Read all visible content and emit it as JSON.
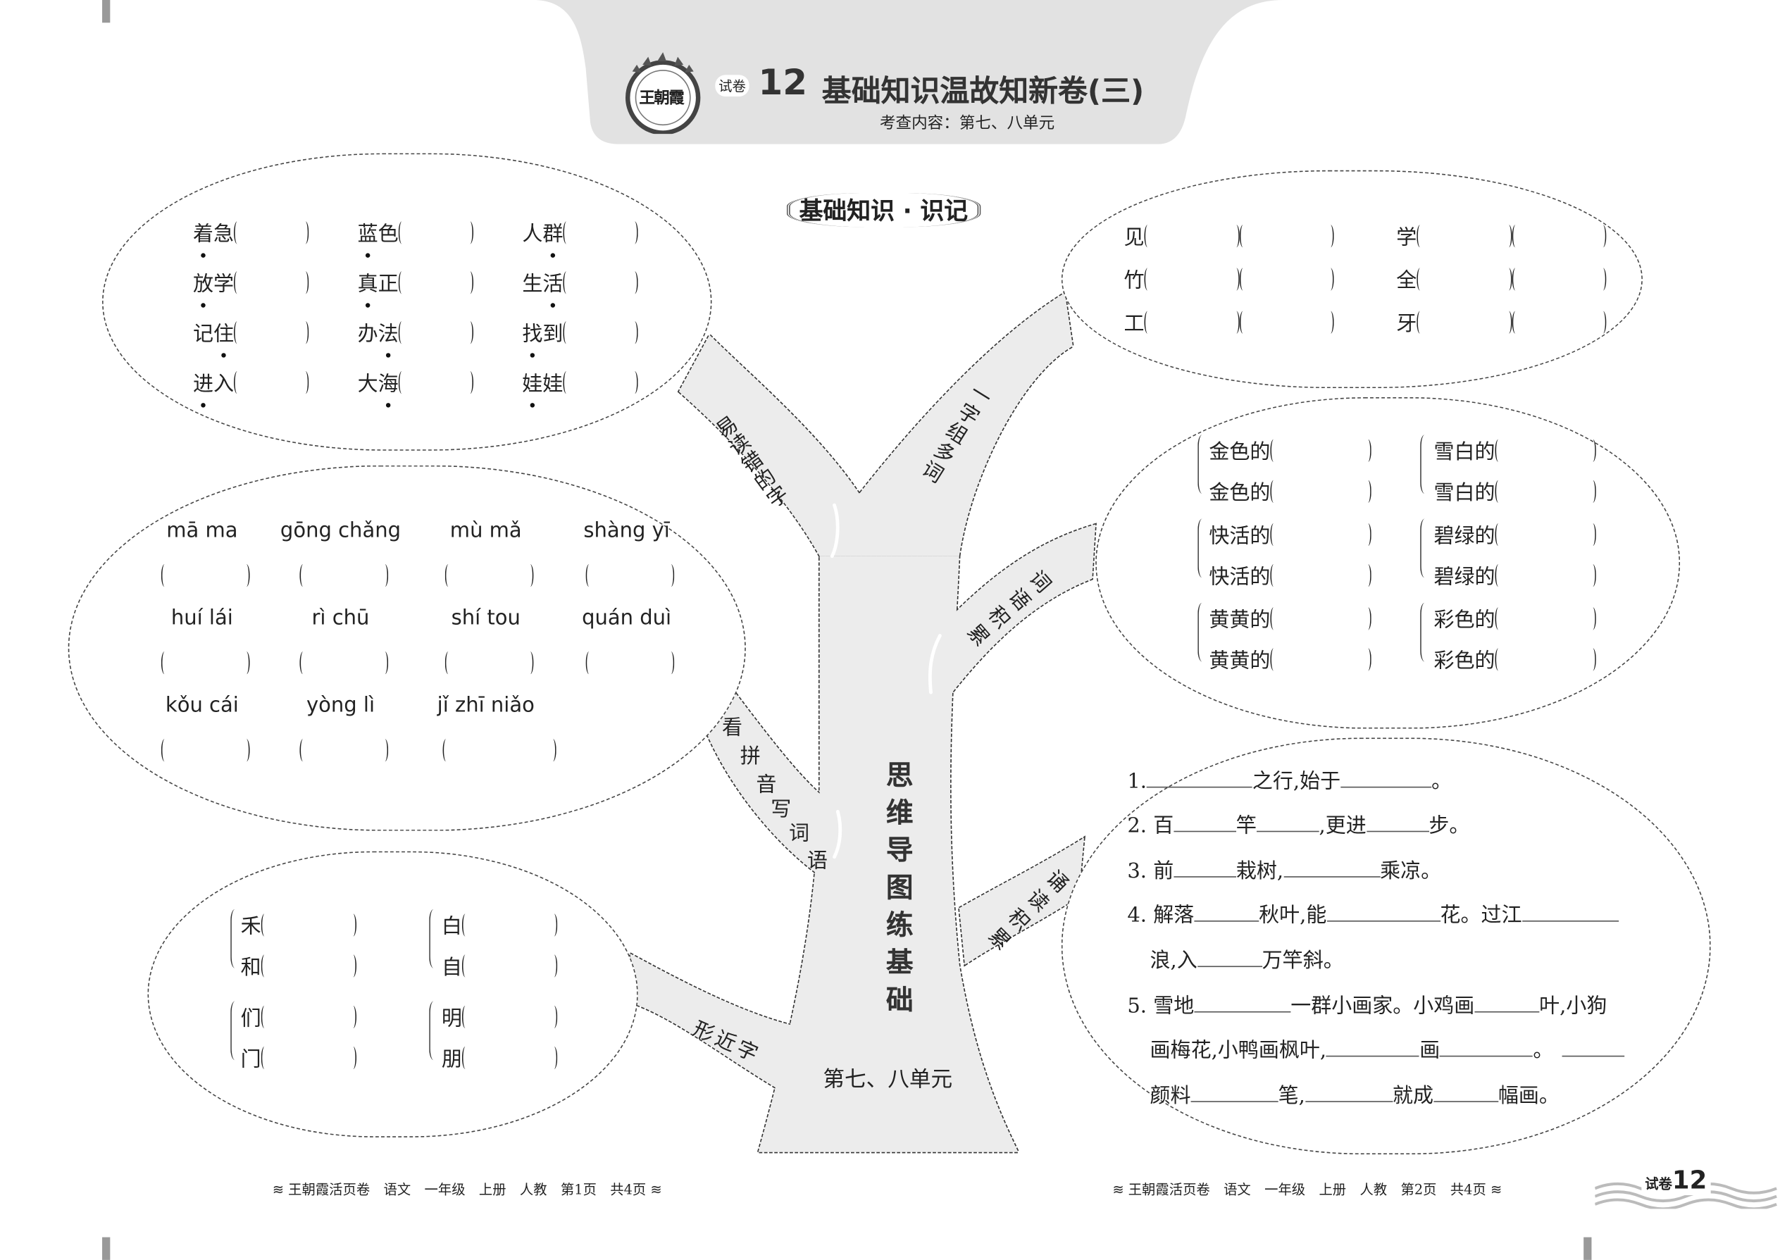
{
  "header": {
    "logo_text": "王朝霞",
    "series_label": "试卷",
    "number": "12",
    "title": "基础知识温故知新卷(三)",
    "subtitle": "考查内容：第七、八单元"
  },
  "section_heading": "基础知识 · 识记",
  "tree": {
    "trunk_title": "思维导图练基础",
    "trunk_unit": "第七、八单元",
    "branches": {
      "misread": "易读错的字",
      "one_char_many_words": "一字组多词",
      "word_accumulation": "词语积累",
      "pinyin_words": "看拼音写词语",
      "recitation": "诵读积累",
      "similar_chars": "形近字"
    }
  },
  "misread_words": [
    {
      "word": "着急",
      "dot": 0
    },
    {
      "word": "蓝色",
      "dot": 0
    },
    {
      "word": "人群",
      "dot": 1
    },
    {
      "word": "放学",
      "dot": 0
    },
    {
      "word": "真正",
      "dot": 0
    },
    {
      "word": "生活",
      "dot": 1
    },
    {
      "word": "记住",
      "dot": 1
    },
    {
      "word": "办法",
      "dot": 1
    },
    {
      "word": "找到",
      "dot": 0
    },
    {
      "word": "进入",
      "dot": 0
    },
    {
      "word": "大海",
      "dot": 1
    },
    {
      "word": "娃娃",
      "dot": 0
    }
  ],
  "one_char_words": [
    "见",
    "学",
    "竹",
    "全",
    "工",
    "牙"
  ],
  "pinyin": [
    "mā ma",
    "gōng chǎng",
    "mù mǎ",
    "shàng yī",
    "huí  lái",
    "rì chū",
    "shí  tou",
    "quán duì",
    "kǒu cái",
    "yòng lì",
    "jǐ zhī niǎo"
  ],
  "word_accumulation": [
    "金色的",
    "雪白的",
    "金色的",
    "雪白的",
    "快活的",
    "碧绿的",
    "快活的",
    "碧绿的",
    "黄黄的",
    "彩色的",
    "黄黄的",
    "彩色的"
  ],
  "similar_chars": [
    "禾",
    "白",
    "和",
    "自",
    "们",
    "明",
    "门",
    "朋"
  ],
  "fill_in": {
    "l1": [
      "1.",
      "之行,始于",
      "。"
    ],
    "l2": [
      "2. 百",
      "竿",
      ",更进",
      "步。"
    ],
    "l3": [
      "3. 前",
      "栽树,",
      "乘凉。"
    ],
    "l4": [
      "4. 解落",
      "秋叶,能",
      "花。过江"
    ],
    "l5": [
      "浪,入",
      "万竿斜。"
    ],
    "l6": [
      "5. 雪地",
      "一群小画家。小鸡画",
      "叶,小狗"
    ],
    "l7": [
      "画梅花,小鸭画枫叶,",
      "画",
      "。"
    ],
    "l8": [
      "颜料",
      "笔,",
      "就成",
      "幅画。"
    ]
  },
  "footer": {
    "left": "≋ 王朝霞活页卷　语文　一年级　上册　人教　第1页　共4页 ≋",
    "right": "≋ 王朝霞活页卷　语文　一年级　上册　人教　第2页　共4页 ≋",
    "badge_label": "试卷",
    "badge_number": "12"
  }
}
